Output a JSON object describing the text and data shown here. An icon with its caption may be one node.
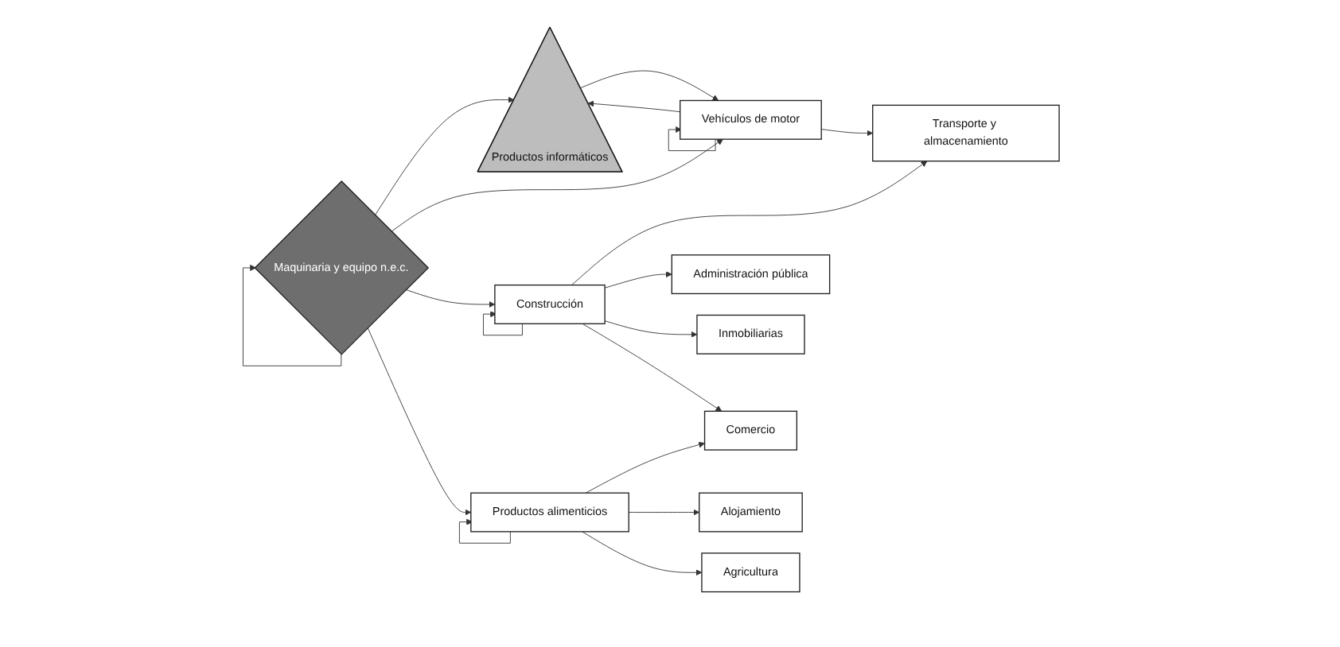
{
  "diagram": {
    "nodes": [
      {
        "text": [
          "Maquinaria y equipo n.e.c."
        ]
      },
      {
        "text": [
          "Productos informáticos"
        ]
      },
      {
        "text": [
          "Vehículos de motor"
        ]
      },
      {
        "text": [
          "Transporte y almacenamiento"
        ]
      },
      {
        "text": [
          "Construcción"
        ]
      },
      {
        "text": [
          "Administración pública"
        ]
      },
      {
        "text": [
          "Inmobiliarias"
        ]
      },
      {
        "text": [
          "Comercio"
        ]
      },
      {
        "text": [
          "Productos alimenticios"
        ]
      },
      {
        "text": [
          "Alojamiento"
        ]
      },
      {
        "text": [
          "Agricultura"
        ]
      }
    ],
    "edges": [
      {
        "from": 0,
        "to": 0,
        "arrow": "to"
      },
      {
        "from": 0,
        "to": 1,
        "arrow": "to"
      },
      {
        "from": 0,
        "to": 2,
        "arrow": "to"
      },
      {
        "from": 0,
        "to": 4,
        "arrow": "to"
      },
      {
        "from": 0,
        "to": 8,
        "arrow": "to"
      },
      {
        "from": 1,
        "to": 2,
        "arrow": "to"
      },
      {
        "from": 2,
        "to": 1,
        "arrow": "to"
      },
      {
        "from": 2,
        "to": 2,
        "arrow": "to"
      },
      {
        "from": 2,
        "to": 3,
        "arrow": "to"
      },
      {
        "from": 4,
        "to": 3,
        "arrow": "to"
      },
      {
        "from": 4,
        "to": 4,
        "arrow": "to"
      },
      {
        "from": 4,
        "to": 5,
        "arrow": "to"
      },
      {
        "from": 4,
        "to": 6,
        "arrow": "to"
      },
      {
        "from": 4,
        "to": 7,
        "arrow": "to"
      },
      {
        "from": 8,
        "to": 8,
        "arrow": "to"
      },
      {
        "from": 8,
        "to": 7,
        "arrow": "to"
      },
      {
        "from": 8,
        "to": 9,
        "arrow": "to"
      },
      {
        "from": 8,
        "to": 10,
        "arrow": "to"
      }
    ]
  }
}
